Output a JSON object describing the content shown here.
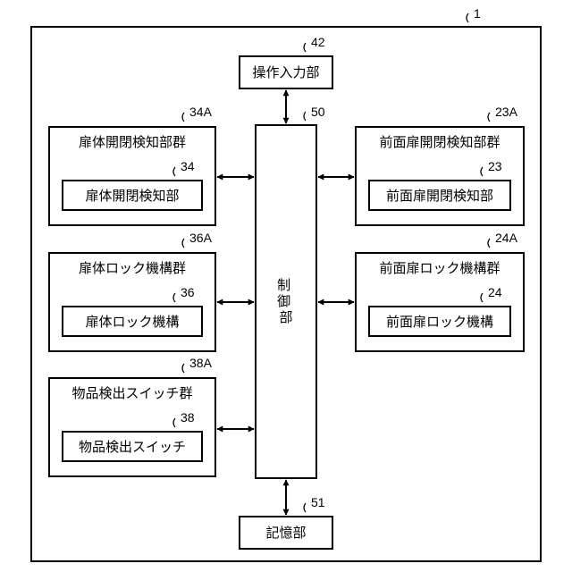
{
  "figure_ref": "1",
  "operation_input": {
    "label": "操作入力部",
    "ref": "42"
  },
  "controller": {
    "label": "制御部",
    "ref": "50"
  },
  "storage": {
    "label": "記憶部",
    "ref": "51"
  },
  "left_groups": [
    {
      "group_label": "扉体開閉検知部群",
      "group_ref": "34A",
      "unit_label": "扉体開閉検知部",
      "unit_ref": "34"
    },
    {
      "group_label": "扉体ロック機構群",
      "group_ref": "36A",
      "unit_label": "扉体ロック機構",
      "unit_ref": "36"
    },
    {
      "group_label": "物品検出スイッチ群",
      "group_ref": "38A",
      "unit_label": "物品検出スイッチ",
      "unit_ref": "38"
    }
  ],
  "right_groups": [
    {
      "group_label": "前面扉開閉検知部群",
      "group_ref": "23A",
      "unit_label": "前面扉開閉検知部",
      "unit_ref": "23"
    },
    {
      "group_label": "前面扉ロック機構群",
      "group_ref": "24A",
      "unit_label": "前面扉ロック機構",
      "unit_ref": "24"
    }
  ]
}
